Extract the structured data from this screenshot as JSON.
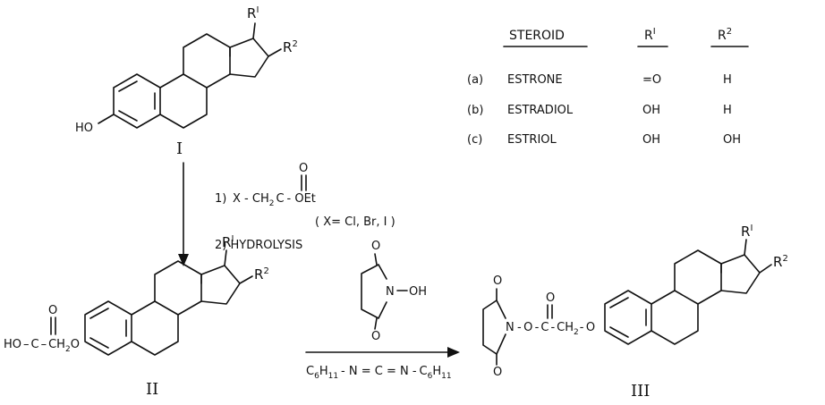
{
  "compound_I": {
    "r1": "R",
    "r1_sup": "I",
    "r2": "R",
    "r2_sup": "2",
    "ho": "HO",
    "numeral": "I"
  },
  "table": {
    "headers": [
      "STEROID",
      "R",
      "R"
    ],
    "header_sups": [
      "",
      "I",
      "2"
    ],
    "rows": [
      {
        "key": "(a)",
        "name": "ESTRONE",
        "r1": "=O",
        "r2": "H"
      },
      {
        "key": "(b)",
        "name": "ESTRADIOL",
        "r1": "OH",
        "r2": "H"
      },
      {
        "key": "(c)",
        "name": "ESTRIOL",
        "r1": "OH",
        "r2": "OH"
      }
    ]
  },
  "step1": {
    "reagent_num": "1)",
    "reagent_x": "X - CH",
    "reagent_sub": "2",
    "reagent_c": "C",
    "reagent_oet": "- OEt",
    "reagent_o": "O",
    "halogens": "( X= Cl, Br, I )",
    "hydrolysis": "2)  HYDROLYSIS"
  },
  "compound_II": {
    "r1": "R",
    "r1_sup": "I",
    "r2": "R",
    "r2_sup": "2",
    "acid_ho": "HO",
    "acid_c": "C",
    "acid_ch": "CH",
    "acid_sub": "2",
    "acid_o": "O",
    "carbonyl_o": "O",
    "numeral": "II"
  },
  "step2": {
    "nhs_n": "N",
    "nhs_oh": "OH",
    "nhs_o_top": "O",
    "nhs_o_bottom": "O",
    "dcc_c1": "C",
    "dcc_sub1": "6",
    "dcc_h1": "H",
    "dcc_sub1b": "11",
    "dcc_mid": "- N = C = N -",
    "dcc_c2": "C",
    "dcc_sub2": "6",
    "dcc_h2": "H",
    "dcc_sub2b": "11"
  },
  "compound_III": {
    "r1": "R",
    "r1_sup": "I",
    "r2": "R",
    "r2_sup": "2",
    "n": "N",
    "o_link": "O",
    "ester_c": "C",
    "ch": "CH",
    "sub": "2",
    "o_ether": "O",
    "o_top": "O",
    "o_bottom": "O",
    "o_carbonyl": "O",
    "numeral": "III"
  }
}
